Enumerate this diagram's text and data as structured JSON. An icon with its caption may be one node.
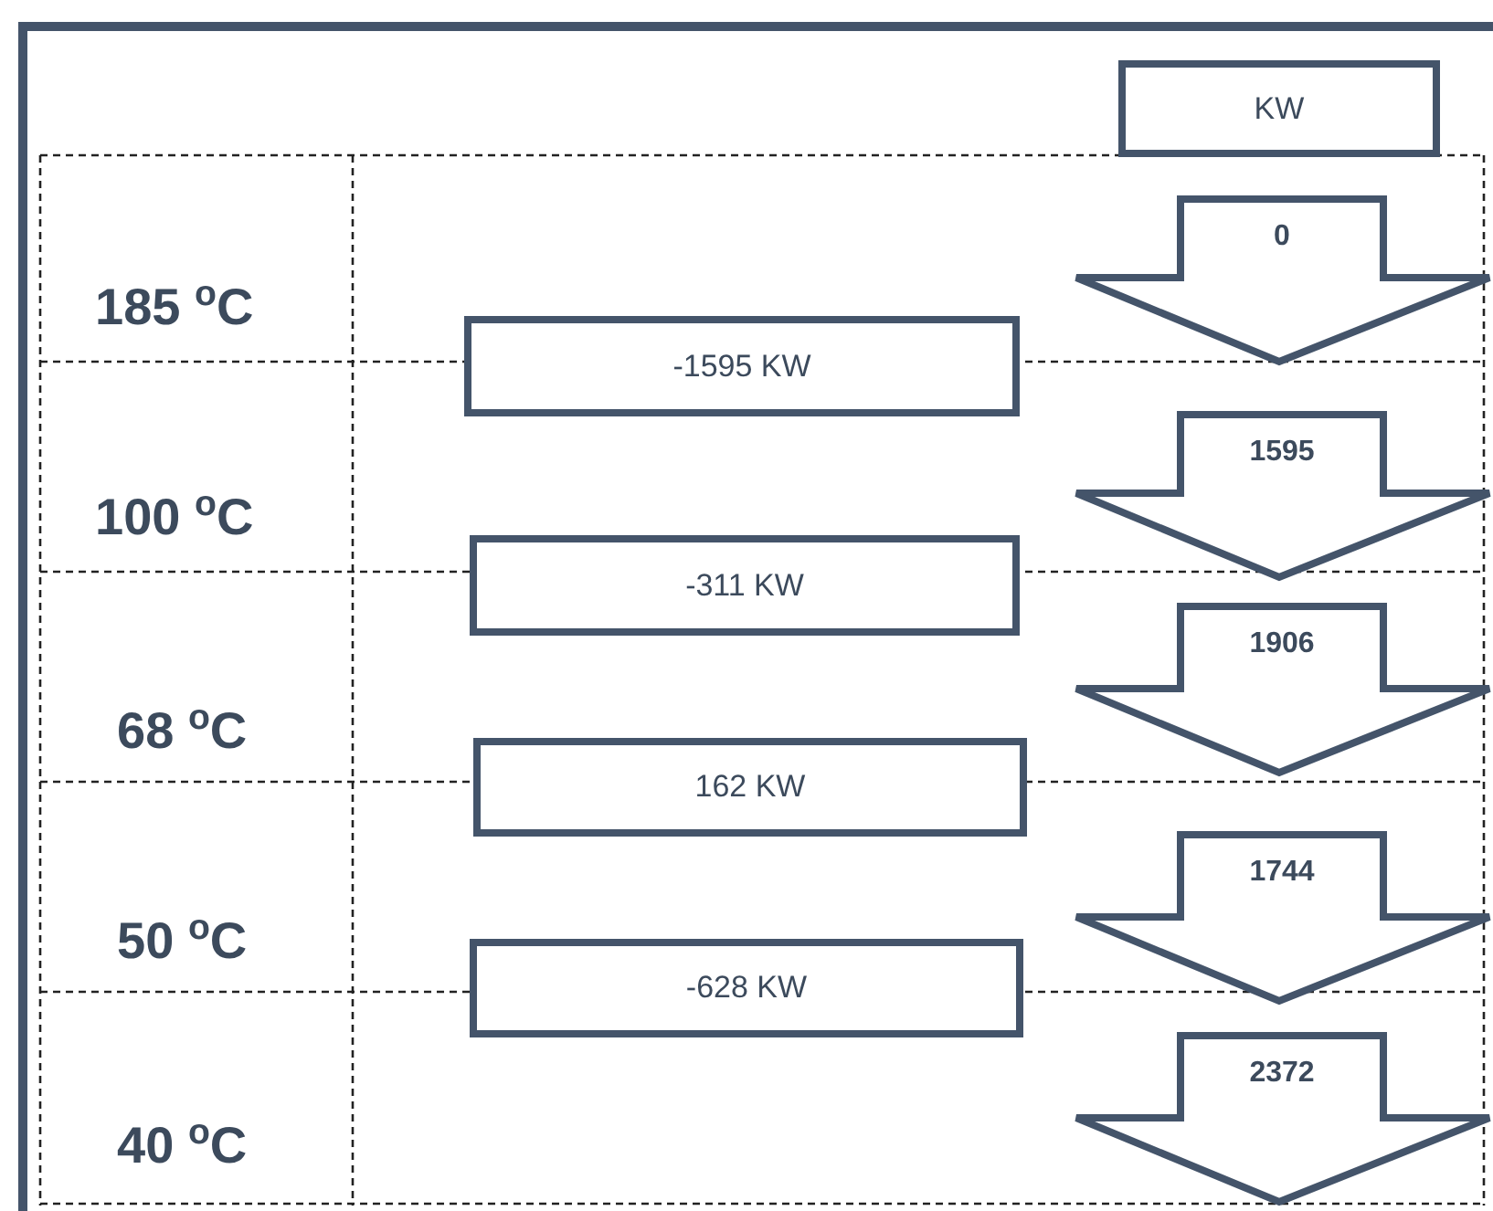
{
  "diagram": {
    "nodes": [
      {
        "text": [
          "KW"
        ]
      },
      {
        "text": [
          "0"
        ]
      },
      {
        "text": [
          "-1595 KW"
        ]
      },
      {
        "text": [
          "1595"
        ]
      },
      {
        "text": [
          "-311 KW"
        ]
      },
      {
        "text": [
          "1906"
        ]
      },
      {
        "text": [
          "162 KW"
        ]
      },
      {
        "text": [
          "1744"
        ]
      },
      {
        "text": [
          "-628 KW"
        ]
      },
      {
        "text": [
          "2372"
        ]
      }
    ],
    "labels": [
      "185 $^{o}$C",
      "100 $^{o}$C",
      "68 $^{o}$C",
      "50 $^{o}$C",
      "40 $^{o}$C"
    ]
  }
}
